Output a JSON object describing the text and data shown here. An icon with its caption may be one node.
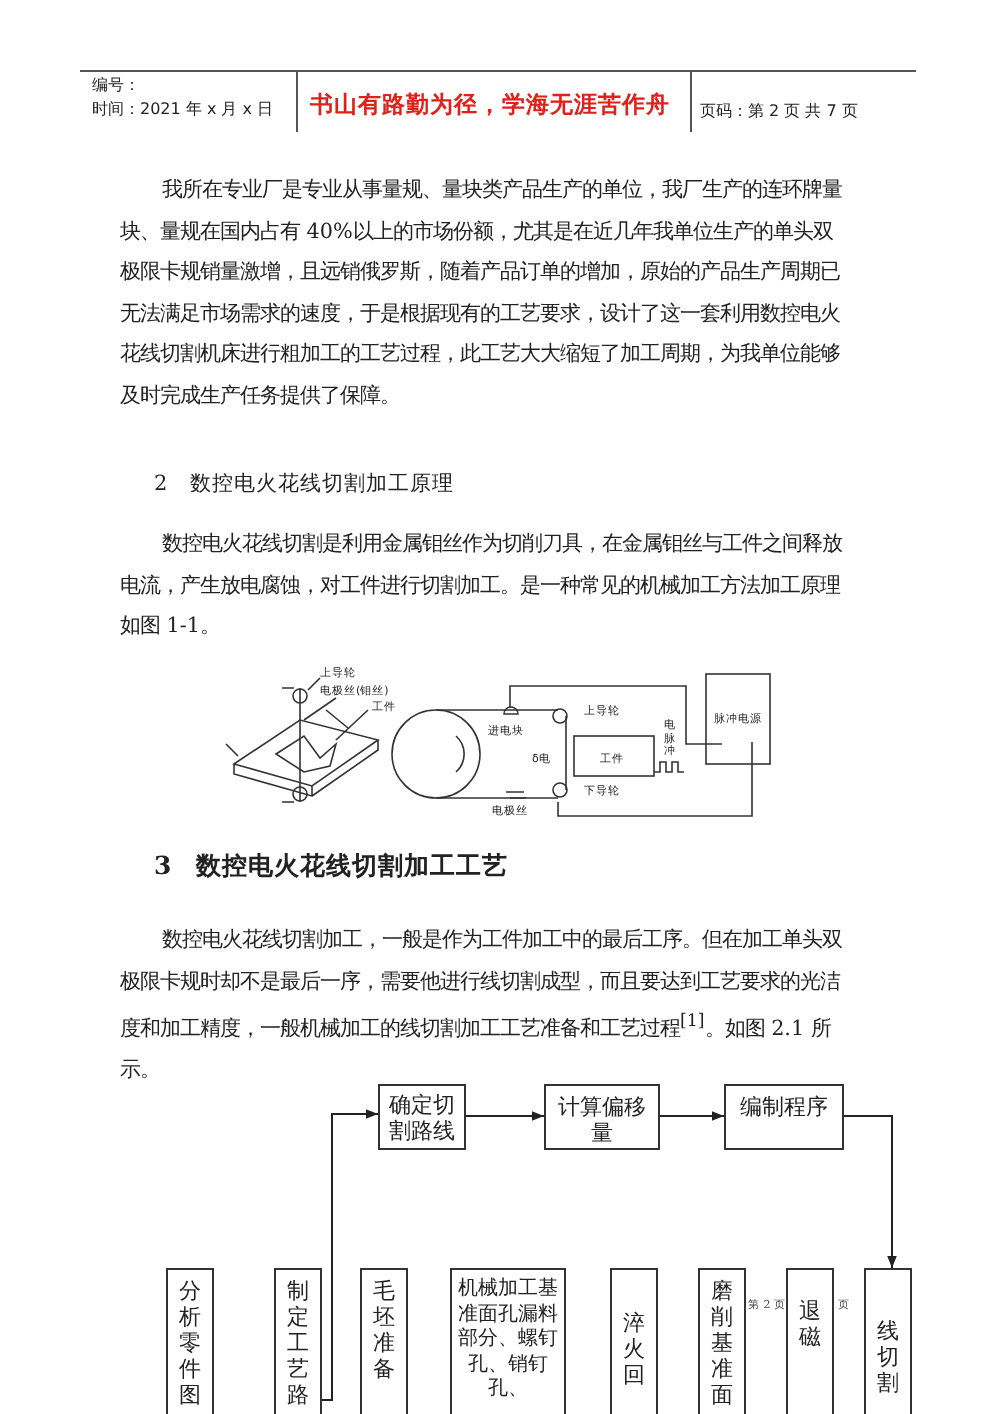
{
  "diagram": {
    "nodes": [
      {
        "text": [
          "确定切割路线"
        ]
      },
      {
        "text": [
          "计算偏移量"
        ]
      },
      {
        "text": [
          "编制程序"
        ]
      },
      {
        "text": [
          "分析零件图"
        ]
      },
      {
        "text": [
          "制定工艺路"
        ]
      },
      {
        "text": [
          "毛坯准备"
        ]
      },
      {
        "text": [
          "机械加工基准面孔漏料部分、螺钉孔、销钉孔、"
        ]
      },
      {
        "text": [
          "淬火回"
        ]
      },
      {
        "text": [
          "磨削基准面"
        ]
      },
      {
        "text": [
          "退磁"
        ]
      },
      {
        "text": [
          "线切割"
        ]
      }
    ],
    "edges": [
      {
        "from": 4,
        "to": 0,
        "arrow": "to"
      },
      {
        "from": 0,
        "to": 1,
        "arrow": "to"
      },
      {
        "from": 1,
        "to": 2,
        "arrow": "to"
      },
      {
        "from": 2,
        "to": 10,
        "arrow": "to"
      }
    ],
    "labels": [
      "编号：",
      "时间：2021 年 x 月 x 日",
      "书山有路勤为径，学海无涯苦作舟",
      "页码：第 2 页 共 7 页",
      "我所在专业厂是专业从事量规、量块类产品生产的单位，我厂生产的连环牌量块、量规在国内占有 40%以上的市场份额，尤其是在近几年我单位生产的单头双极限卡规销量激增，且远销俄罗斯，随着产品订单的增加，原始的产品生产周期已无法满足市场需求的速度，于是根据现有的工艺要求，设计了这一套利用数控电火花线切割机床进行粗加工的工艺过程，此工艺大大缩短了加工周期，为我单位能够及时完成生产任务提供了保障。",
      "2 数控电火花线切割加工原理",
      "数控电火花线切割是利用金属钼丝作为切削刀具，在金属钼丝与工件之间释放电流，产生放电腐蚀，对工件进行切割加工。是一种常见的机械加工方法加工原理如图 1-1。",
      "上导轮",
      "电极丝(钼丝)",
      "工件",
      "进电块",
      "上导轮",
      "电脉冲",
      "脉冲电源",
      "工件",
      "δ电",
      "下导轮",
      "电极丝",
      "3 数控电火花线切割加工工艺",
      "数控电火花线切割加工，一般是作为工件加工中的最后工序。但在加工单头双极限卡规时却不是最后一序，需要他进行线切割成型，而且要达到工艺要求的光洁度和加工精度，一般机械加工的线切割加工工艺准备和工艺过程$^{[1]}$。如图 2.1 所示。",
      "第 2 页",
      "页"
    ]
  }
}
